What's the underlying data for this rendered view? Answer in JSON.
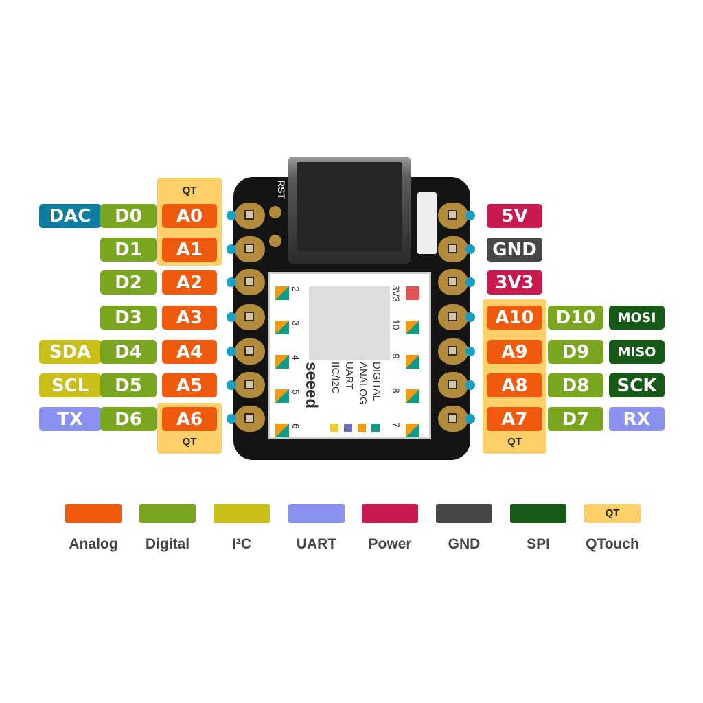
{
  "colors": {
    "analog": "#f05a0e",
    "digital": "#7aa51f",
    "i2c": "#cabf18",
    "uart": "#8a90ee",
    "power": "#c81a4e",
    "gnd": "#464646",
    "spi": "#175a17",
    "qtouch": "#fdd06a",
    "dac": "#0d7ea1"
  },
  "left_pins": [
    {
      "extra": "DAC",
      "extra_type": "dac",
      "digital": "D0",
      "analog": "A0"
    },
    {
      "extra": "",
      "extra_type": "",
      "digital": "D1",
      "analog": "A1"
    },
    {
      "extra": "",
      "extra_type": "",
      "digital": "D2",
      "analog": "A2"
    },
    {
      "extra": "",
      "extra_type": "",
      "digital": "D3",
      "analog": "A3"
    },
    {
      "extra": "SDA",
      "extra_type": "i2c",
      "digital": "D4",
      "analog": "A4"
    },
    {
      "extra": "SCL",
      "extra_type": "i2c",
      "digital": "D5",
      "analog": "A5"
    },
    {
      "extra": "TX",
      "extra_type": "uart",
      "digital": "D6",
      "analog": "A6"
    }
  ],
  "right_pins": [
    {
      "first": "5V",
      "first_type": "power",
      "digital": "",
      "extra": "",
      "extra_type": ""
    },
    {
      "first": "GND",
      "first_type": "gnd",
      "digital": "",
      "extra": "",
      "extra_type": ""
    },
    {
      "first": "3V3",
      "first_type": "power",
      "digital": "",
      "extra": "",
      "extra_type": ""
    },
    {
      "first": "A10",
      "first_type": "analog",
      "digital": "D10",
      "extra": "MOSI",
      "extra_type": "spi"
    },
    {
      "first": "A9",
      "first_type": "analog",
      "digital": "D9",
      "extra": "MISO",
      "extra_type": "spi"
    },
    {
      "first": "A8",
      "first_type": "analog",
      "digital": "D8",
      "extra": "SCK",
      "extra_type": "spi"
    },
    {
      "first": "A7",
      "first_type": "analog",
      "digital": "D7",
      "extra": "RX",
      "extra_type": "uart"
    }
  ],
  "qt_label": "QT",
  "board": {
    "rst": "RST",
    "brand": "seeed",
    "legend": [
      "IIC/I2C",
      "UART",
      "ANALOG",
      "DIGITAL"
    ],
    "left_numbers": [
      "2",
      "3",
      "4",
      "5",
      "6"
    ],
    "right_numbers": [
      "3V3",
      "10",
      "9",
      "8",
      "7"
    ]
  },
  "legend": [
    {
      "label": "Analog",
      "type": "analog",
      "box_text": ""
    },
    {
      "label": "Digital",
      "type": "digital",
      "box_text": ""
    },
    {
      "label": "I²C",
      "type": "i2c",
      "box_text": ""
    },
    {
      "label": "UART",
      "type": "uart",
      "box_text": ""
    },
    {
      "label": "Power",
      "type": "power",
      "box_text": ""
    },
    {
      "label": "GND",
      "type": "gnd",
      "box_text": ""
    },
    {
      "label": "SPI",
      "type": "spi",
      "box_text": ""
    },
    {
      "label": "QTouch",
      "type": "qtouch",
      "box_text": "QT"
    }
  ]
}
